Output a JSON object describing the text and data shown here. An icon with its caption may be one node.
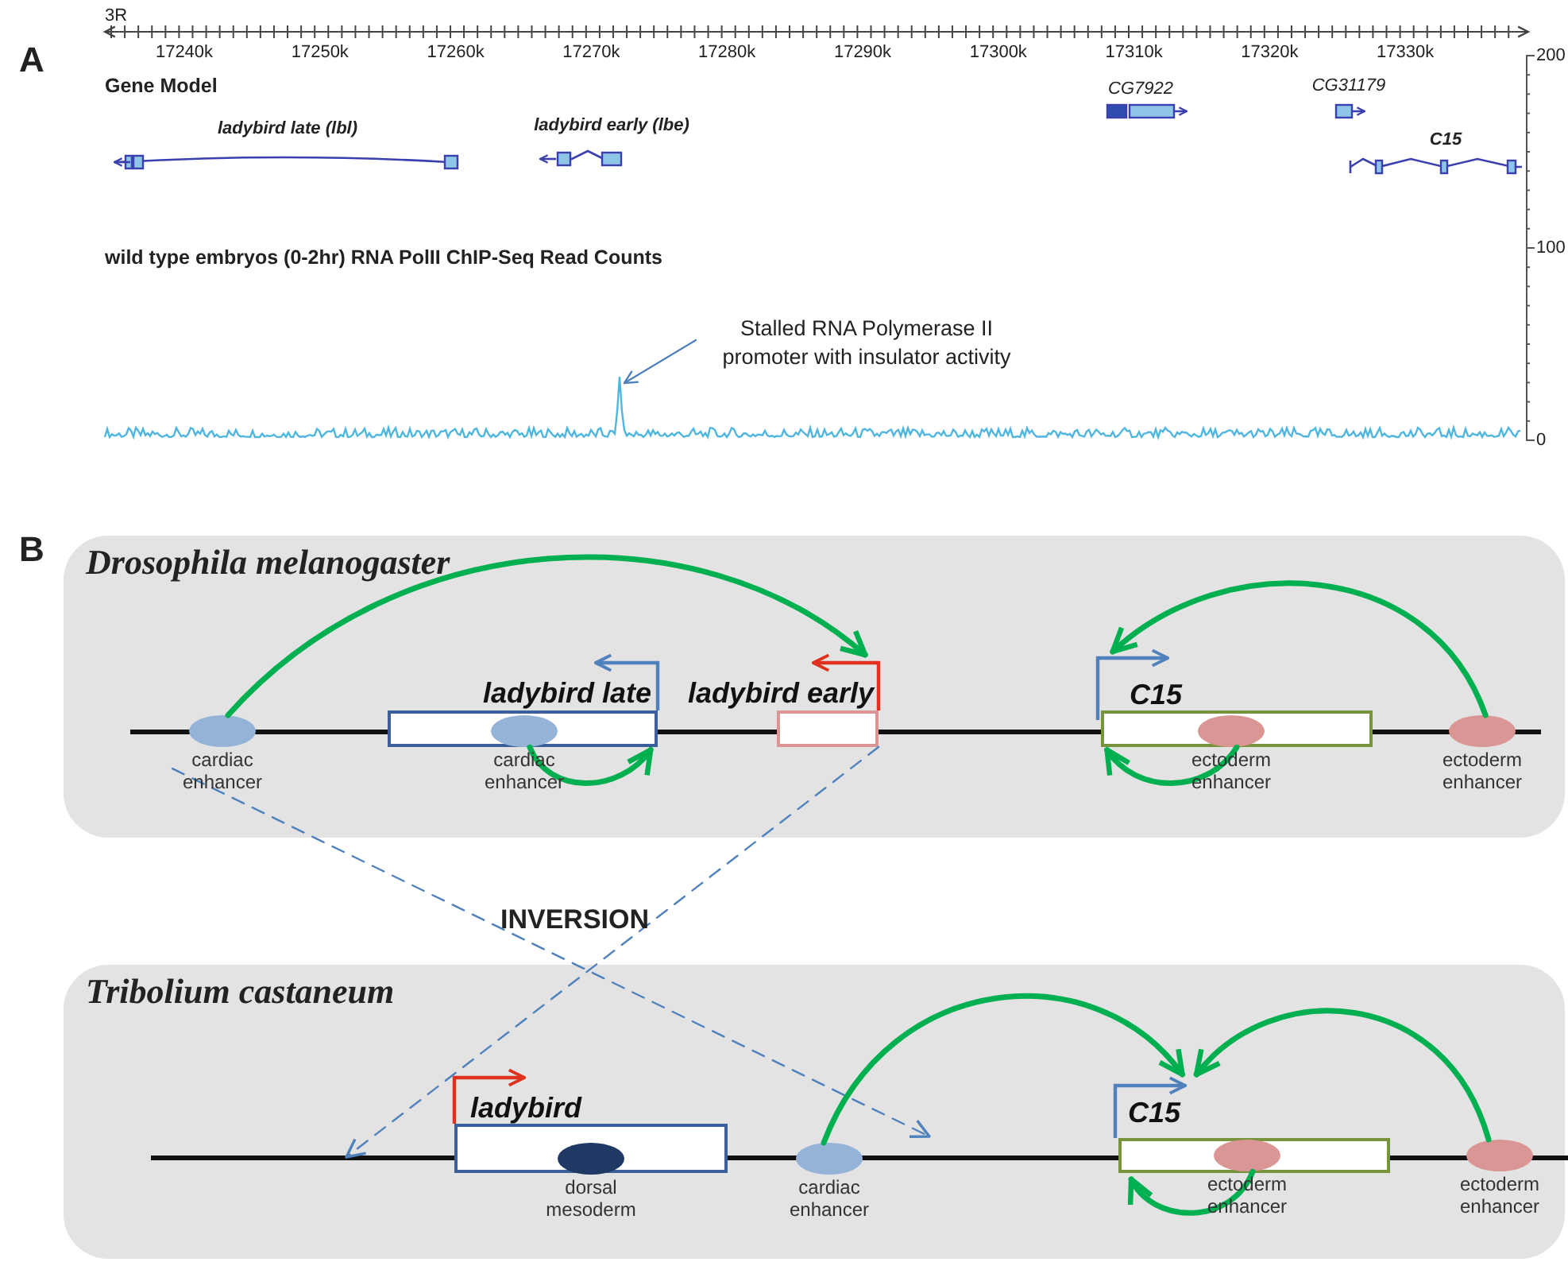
{
  "diagram": {
    "nodes": [
      {
        "text": [
          "Stalled RNA Polymerase II promoter with insulator activity"
        ]
      },
      {
        "text": [
          "Drosophila melanogaster"
        ]
      },
      {
        "text": [
          "cardiac enhancer"
        ],
        "in": 1
      },
      {
        "text": [
          "ladybird late"
        ],
        "in": 1
      },
      {
        "text": [
          "cardiac enhancer"
        ],
        "in": 3
      },
      {
        "text": [
          "ladybird early"
        ],
        "in": 1
      },
      {
        "text": [
          "C15"
        ],
        "in": 1
      },
      {
        "text": [
          "ectoderm enhancer"
        ],
        "in": 6
      },
      {
        "text": [
          "ectoderm enhancer"
        ],
        "in": 1
      },
      {
        "text": [
          "Tribolium castaneum"
        ]
      },
      {
        "text": [
          "ladybird"
        ],
        "in": 9
      },
      {
        "text": [
          "dorsal mesoderm"
        ],
        "in": 10
      },
      {
        "text": [
          "cardiac enhancer"
        ],
        "in": 9
      },
      {
        "text": [
          "C15"
        ],
        "in": 9
      },
      {
        "text": [
          "ectoderm enhancer"
        ],
        "in": 13
      },
      {
        "text": [
          "ectoderm enhancer"
        ],
        "in": 9
      }
    ],
    "edges": [
      {
        "from": 0,
        "to": null,
        "arrow": "to",
        "color": "#4f81bd"
      },
      {
        "from": 2,
        "to": 5,
        "arrow": "to"
      },
      {
        "from": 4,
        "to": 3,
        "arrow": "to"
      },
      {
        "from": 8,
        "to": 6,
        "arrow": "to"
      },
      {
        "from": 7,
        "to": 6,
        "arrow": "to"
      },
      {
        "from": 2,
        "to": null,
        "arrow": "to",
        "style": "dashed",
        "color": "#4f81bd"
      },
      {
        "from": 5,
        "to": null,
        "arrow": "to",
        "style": "dashed",
        "color": "#4f81bd"
      },
      {
        "from": 12,
        "to": 13,
        "arrow": "to"
      },
      {
        "from": 15,
        "to": 13,
        "arrow": "to"
      },
      {
        "from": 14,
        "to": 13,
        "arrow": "to"
      }
    ],
    "labels": [
      "A",
      "3R",
      "17240k",
      "17250k",
      "17260k",
      "17270k",
      "17280k",
      "17290k",
      "17300k",
      "17310k",
      "17320k",
      "17330k",
      "Gene Model",
      "CG7922",
      "CG31179",
      "ladybird late (lbl)",
      "ladybird early (lbe)",
      "C15",
      "wild type embryos (0-2hr) RNA PolII ChIP-Seq Read Counts",
      "200",
      "100",
      "0",
      "B",
      "INVERSION"
    ]
  }
}
